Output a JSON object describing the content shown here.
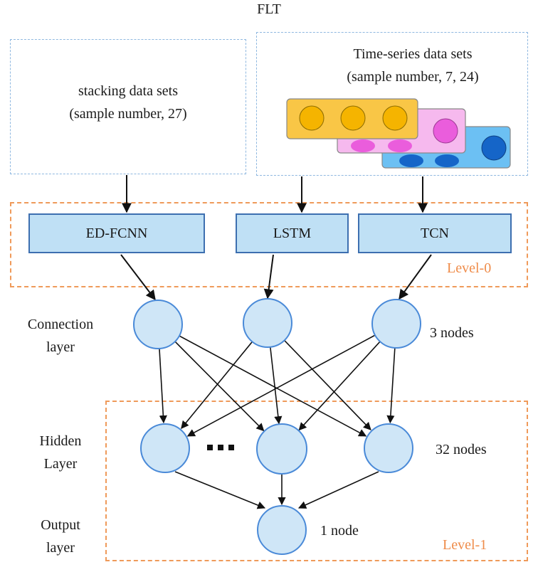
{
  "title": "FLT",
  "inputs": {
    "stacking": {
      "line1": "stacking data sets",
      "line2": "(sample number, 27)"
    },
    "timeseries": {
      "line1": "Time-series data sets",
      "line2": "(sample number, 7, 24)"
    }
  },
  "models": [
    {
      "label": "ED-FCNN"
    },
    {
      "label": "LSTM"
    },
    {
      "label": "TCN"
    }
  ],
  "level0_label": "Level-0",
  "level1_label": "Level-1",
  "layers": {
    "connection": {
      "line1": "Connection",
      "line2": "layer",
      "nodes": "3 nodes"
    },
    "hidden": {
      "line1": "Hidden",
      "line2": "Layer",
      "nodes": "32 nodes",
      "ellipsis": "..."
    },
    "output": {
      "line1": "Output",
      "line2": "layer",
      "nodes": "1 node"
    }
  },
  "colors": {
    "node_fill": "#cfe6f7",
    "node_stroke": "#4a8ad8",
    "model_fill": "#bfe0f5",
    "model_stroke": "#3d6fb0",
    "level_orange": "#ef8c4a",
    "input_blue_dash": "#8fb8e0",
    "card_yellow": "#f9c646",
    "card_pink": "#f6b9ee",
    "card_blue": "#6cc0f3"
  }
}
